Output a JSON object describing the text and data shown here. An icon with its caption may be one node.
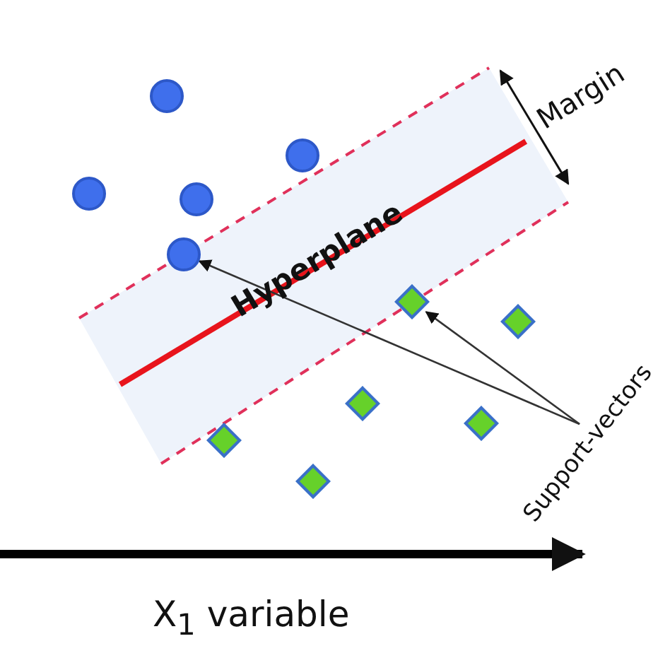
{
  "diagram": {
    "nodes": [
      {
        "text": [],
        "shape": "circle"
      },
      {
        "text": [],
        "shape": "circle"
      },
      {
        "text": [],
        "shape": "circle"
      },
      {
        "text": [],
        "shape": "circle"
      },
      {
        "text": [],
        "shape": "circle"
      },
      {
        "text": [],
        "shape": "diamond"
      },
      {
        "text": [],
        "shape": "diamond"
      },
      {
        "text": [],
        "shape": "diamond"
      },
      {
        "text": [],
        "shape": "diamond"
      },
      {
        "text": [],
        "shape": "diamond"
      },
      {
        "text": [],
        "shape": "diamond"
      },
      {
        "text": [
          "Support-vectors"
        ]
      }
    ],
    "edges": [
      {
        "from": 11,
        "to": 2,
        "arrow": "to"
      },
      {
        "from": 11,
        "to": 8,
        "arrow": "to"
      }
    ],
    "labels": [
      "Margin",
      "Hyperplane",
      "X$_{1}$ variable"
    ]
  }
}
